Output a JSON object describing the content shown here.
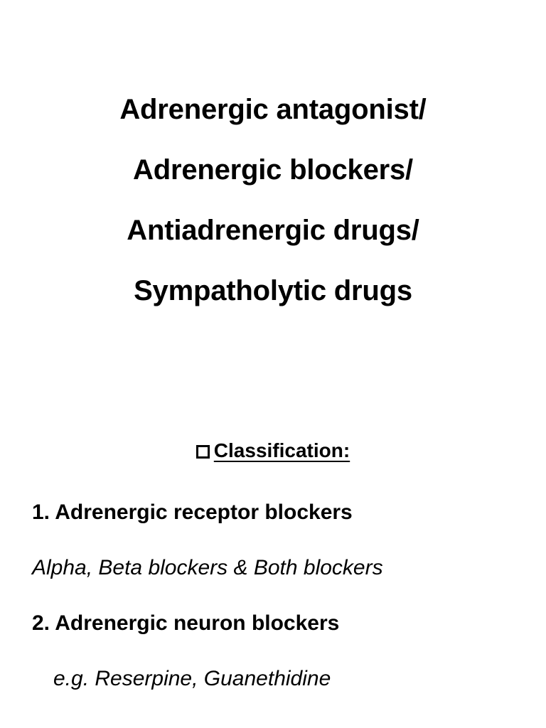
{
  "slide": {
    "background_color": "#ffffff",
    "text_color": "#000000",
    "title": {
      "lines": [
        "Adrenergic antagonist/",
        "Adrenergic blockers/",
        "Antiadrenergic drugs/",
        "Sympatholytic drugs"
      ]
    },
    "classification": {
      "bullet_icon": "square-bullet-icon",
      "heading": "Classification:"
    },
    "items": [
      {
        "text": "1. Adrenergic receptor blockers",
        "style": "bold"
      },
      {
        "text": "Alpha, Beta blockers & Both blockers",
        "style": "italic"
      },
      {
        "text": "2. Adrenergic neuron blockers",
        "style": "bold"
      },
      {
        "text": "e.g. Reserpine, Guanethidine",
        "style": "italic-indent"
      }
    ]
  }
}
